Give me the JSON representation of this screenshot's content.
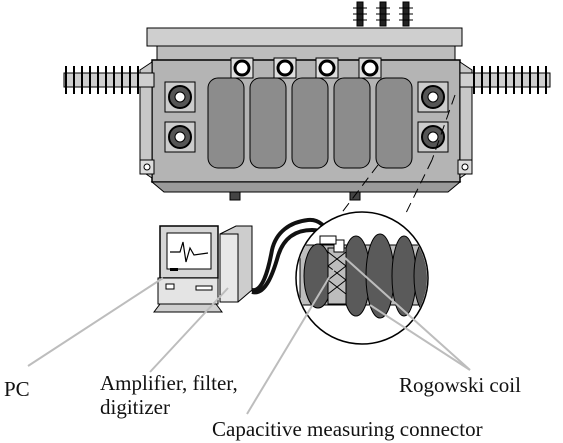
{
  "labels": {
    "pc": "PC",
    "amplifier_line1": "Amplifier, filter,",
    "amplifier_line2": "digitizer",
    "capacitive": "Capacitive measuring connector",
    "rogowski": "Rogowski coil"
  },
  "colors": {
    "body_fill": "#b4b4b4",
    "body_dark": "#8c8c8c",
    "fin_fill": "#5a5a5a",
    "cable": "#111111",
    "leader": "#bdbdbd",
    "outline": "#000000"
  },
  "icons": [
    "transformer",
    "bushing-insulator",
    "computer",
    "amplifier-box",
    "magnifier-circle"
  ]
}
